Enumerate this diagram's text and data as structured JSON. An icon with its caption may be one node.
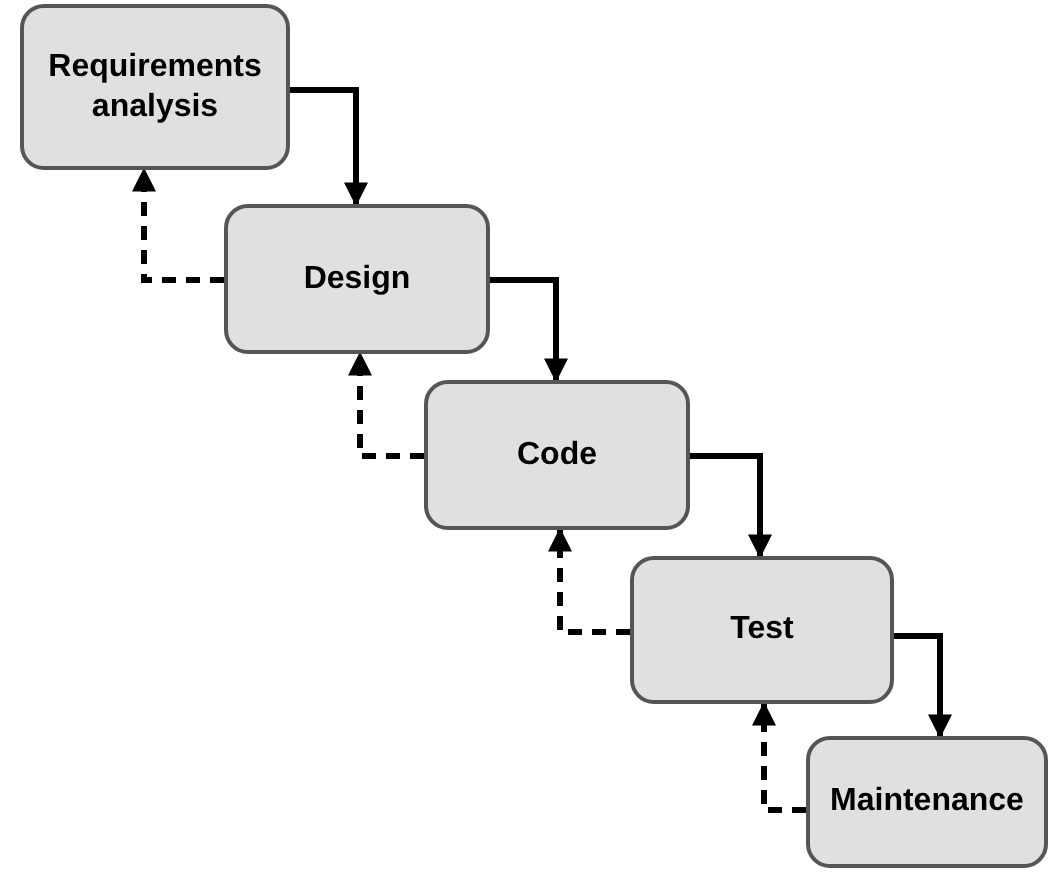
{
  "diagram": {
    "nodes": [
      {
        "text": [
          "Requirements analysis"
        ]
      },
      {
        "text": [
          "Design"
        ]
      },
      {
        "text": [
          "Code"
        ]
      },
      {
        "text": [
          "Test"
        ]
      },
      {
        "text": [
          "Maintenance"
        ]
      }
    ],
    "edges": [
      {
        "from": 0,
        "to": 1,
        "arrow": "to"
      },
      {
        "from": 1,
        "to": 0,
        "arrow": "to",
        "style": "dashed"
      },
      {
        "from": 1,
        "to": 2,
        "arrow": "to"
      },
      {
        "from": 2,
        "to": 1,
        "arrow": "to",
        "style": "dashed"
      },
      {
        "from": 2,
        "to": 3,
        "arrow": "to"
      },
      {
        "from": 3,
        "to": 2,
        "arrow": "to",
        "style": "dashed"
      },
      {
        "from": 3,
        "to": 4,
        "arrow": "to"
      },
      {
        "from": 4,
        "to": 3,
        "arrow": "to",
        "style": "dashed"
      }
    ]
  }
}
